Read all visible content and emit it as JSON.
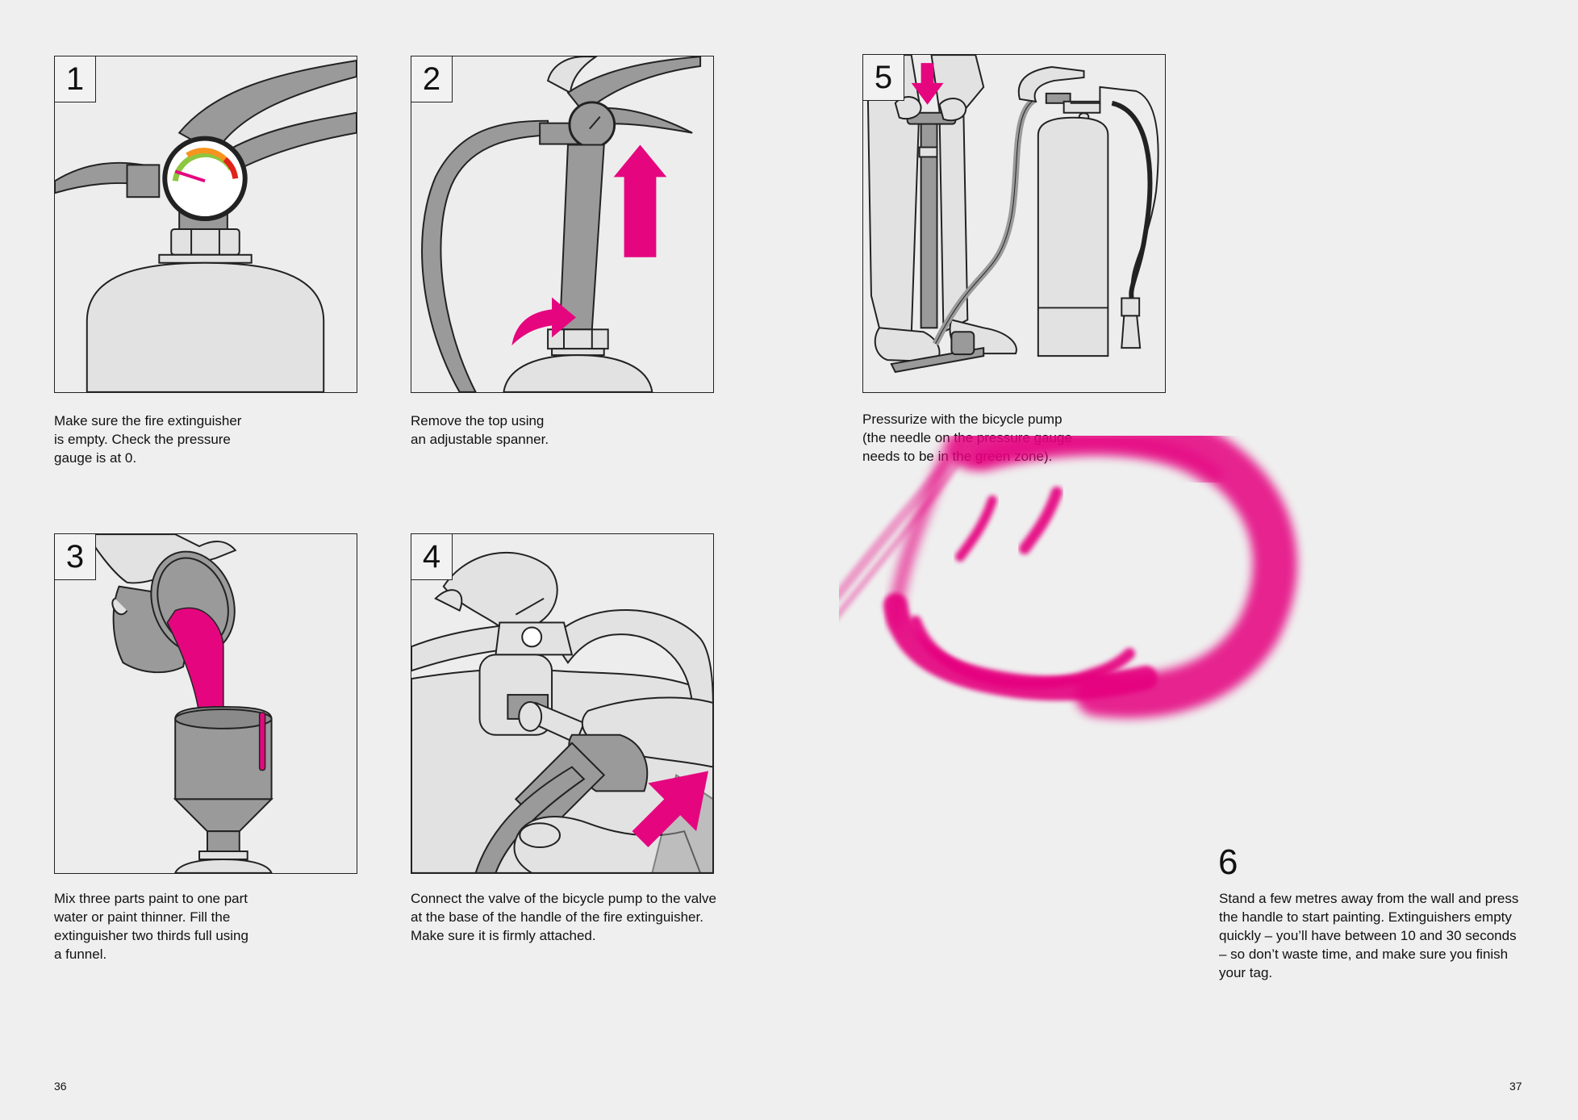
{
  "steps": [
    {
      "number": "1",
      "caption": "Make sure the fire extinguisher\nis empty. Check the pressure\ngauge is at 0."
    },
    {
      "number": "2",
      "caption": "Remove the top using\nan adjustable spanner."
    },
    {
      "number": "3",
      "caption": "Mix three parts paint to one part\nwater or paint thinner. Fill the\nextinguisher two thirds full using\na funnel."
    },
    {
      "number": "4",
      "caption": "Connect the valve of the bicycle pump to the valve\nat the base of the handle of the fire extinguisher.\nMake sure it is firmly attached."
    },
    {
      "number": "5",
      "caption": "Pressurize with the bicycle pump\n(the needle on the pressure gauge\nneeds to be in the green zone)."
    },
    {
      "number": "6",
      "caption": "Stand a few metres away from the wall and press\nthe handle to start painting. Extinguishers empty\nquickly – you’ll have between 10 and 30 seconds\n– so don’t waste time, and make sure you finish\nyour tag."
    }
  ],
  "page_numbers": {
    "left": "36",
    "right": "37"
  },
  "colors": {
    "accent": "#e5067f",
    "line": "#222222",
    "grey_dark": "#9a9a9a",
    "grey_light": "#e2e2e2",
    "gauge_green": "#8dc63f",
    "gauge_orange": "#f7941d",
    "gauge_red": "#e2231a"
  }
}
